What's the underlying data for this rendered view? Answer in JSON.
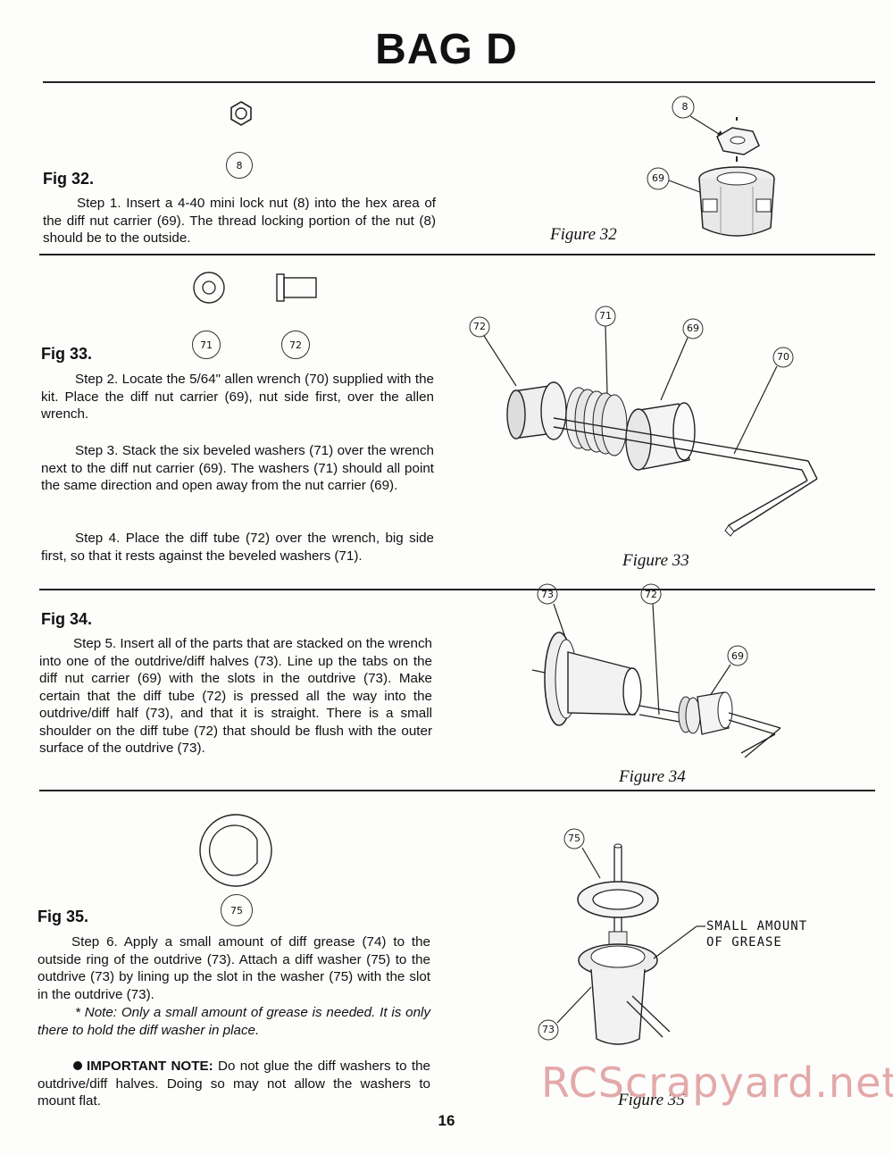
{
  "page": {
    "title": "BAG D",
    "page_number": "16",
    "watermark": "RCScrapyard.net"
  },
  "sections": [
    {
      "heading": "Fig 32.",
      "caption": "Figure 32",
      "parts": [
        "8"
      ],
      "figure_callouts": [
        "8",
        "69"
      ],
      "paragraphs": [
        "Step 1. Insert a 4-40 mini lock nut (8) into the hex area of the diff nut carrier (69). The thread locking portion of the nut (8) should be to the outside."
      ]
    },
    {
      "heading": "Fig 33.",
      "caption": "Figure 33",
      "parts": [
        "71",
        "72"
      ],
      "figure_callouts": [
        "72",
        "71",
        "69",
        "70"
      ],
      "paragraphs": [
        "Step 2. Locate the 5/64\" allen wrench (70) supplied with the kit. Place the diff nut carrier (69), nut side first, over the allen wrench.",
        "Step 3. Stack the six beveled washers (71) over the wrench next to the diff nut carrier (69). The washers (71) should all point the same direction and open away from the nut carrier (69).",
        "Step 4. Place the diff tube (72) over the wrench, big side first, so that it rests against the beveled washers (71)."
      ]
    },
    {
      "heading": "Fig 34.",
      "caption": "Figure 34",
      "figure_callouts": [
        "73",
        "72",
        "69"
      ],
      "paragraphs": [
        "Step 5. Insert all of the parts that are stacked on the wrench into one of the outdrive/diff halves (73). Line up the tabs on the diff nut carrier (69) with the slots in the outdrive (73). Make certain that the diff tube (72) is pressed all the way into the outdrive/diff half (73), and that it is straight. There is a small shoulder on the diff tube (72) that should be flush with the outer surface of the outdrive (73)."
      ]
    },
    {
      "heading": "Fig 35.",
      "caption": "Figure 35",
      "parts": [
        "75"
      ],
      "figure_callouts": [
        "75",
        "73"
      ],
      "figure_label": [
        "SMALL AMOUNT",
        "OF GREASE"
      ],
      "paragraphs": [
        "Step 6. Apply a small amount of diff grease (74) to the outside ring of the outdrive (73). Attach a diff washer (75) to the outdrive (73) by lining up the slot in the washer (75) with the slot in the outdrive (73)."
      ],
      "note": "* Note: Only a small amount of grease is needed. It is only there to hold the diff washer in place.",
      "important_label": "IMPORTANT NOTE:",
      "important_text": "Do not glue the diff washers to the outdrive/diff halves. Doing so may not allow the washers to mount flat."
    }
  ]
}
